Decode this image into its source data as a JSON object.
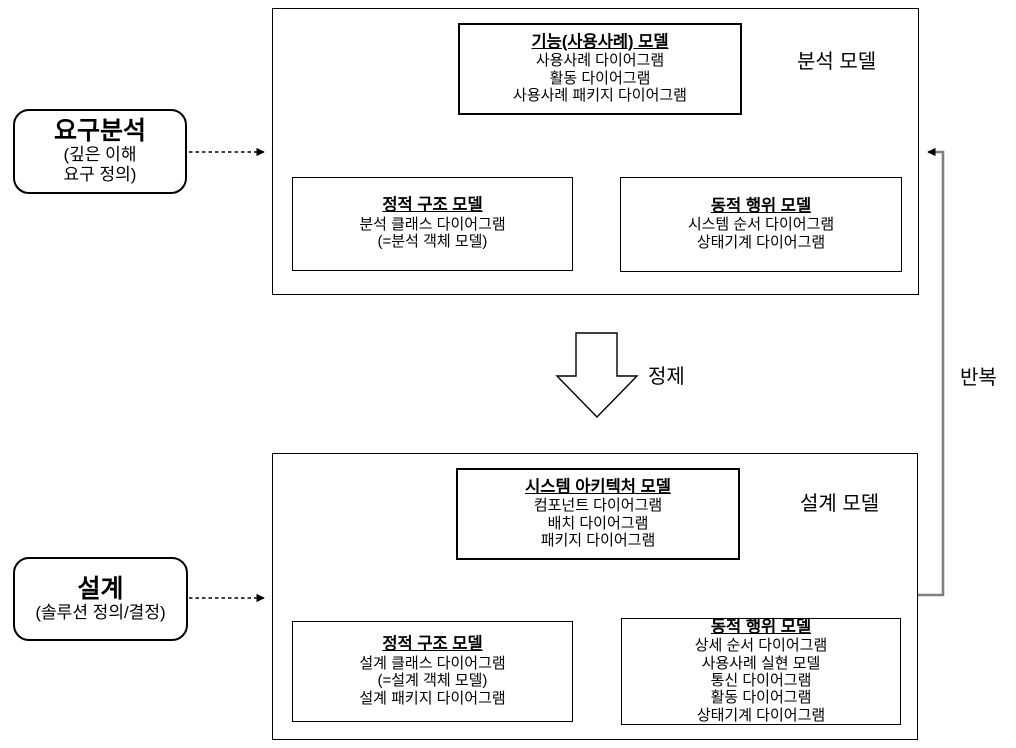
{
  "canvas": {
    "background": "#ffffff",
    "line_color": "#000000",
    "loop_line_color": "#808080"
  },
  "phase_boxes": [
    {
      "id": "requirements-analysis",
      "title": "요구분석",
      "subtitle_lines": [
        "(깊은 이해",
        "요구 정의)"
      ]
    },
    {
      "id": "design",
      "title": "설계",
      "subtitle_lines": [
        "(솔루션 정의/결정)"
      ]
    }
  ],
  "analysis_model": {
    "label": "분석 모델",
    "function_model": {
      "title": "기능(사용사례) 모델",
      "lines": [
        "사용사례 다이어그램",
        "활동 다이어그램",
        "사용사례 패키지 다이어그램"
      ]
    },
    "static_model": {
      "title": "정적 구조 모델",
      "lines": [
        "분석 클래스 다이어그램",
        "(=분석 객체 모델)"
      ]
    },
    "dynamic_model": {
      "title": "동적 행위 모델",
      "lines": [
        "시스템 순서 다이어그램",
        "상태기계 다이어그램"
      ]
    }
  },
  "design_model": {
    "label": "설계 모델",
    "architecture_model": {
      "title": "시스템 아키텍처 모델",
      "lines": [
        "컴포넌트 다이어그램",
        "배치 다이어그램",
        "패키지 다이어그램"
      ]
    },
    "static_model": {
      "title": "정적 구조 모델",
      "lines": [
        "설계 클래스 다이어그램",
        "(=설계 객체 모델)",
        "설계 패키지 다이어그램"
      ]
    },
    "dynamic_model": {
      "title": "동적 행위 모델",
      "lines": [
        "상세 순서 다이어그램",
        "사용사례 실현 모델",
        "통신 다이어그램",
        "활동 다이어그램",
        "상태기계 다이어그램"
      ]
    }
  },
  "annotations": {
    "refine": "정제",
    "iterate": "반복"
  }
}
